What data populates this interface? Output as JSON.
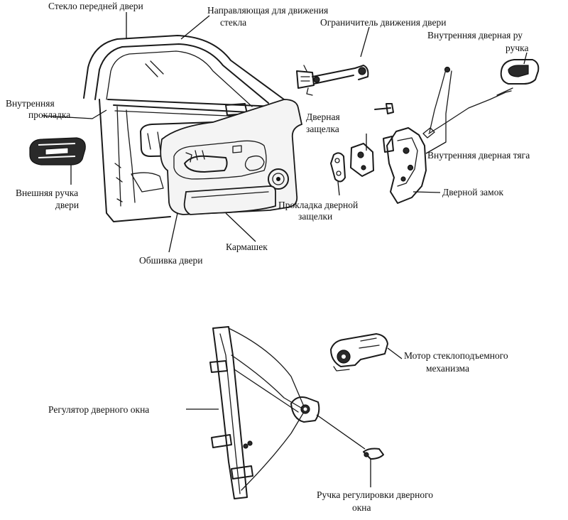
{
  "labels": {
    "front_door_glass": "Стекло передней двери",
    "glass_guide_line1": "Направляющая для движения",
    "glass_guide_line2": "стекла",
    "door_check": "Ограничитель движения двери",
    "inner_handle_line1": "Внутренняя дверная ру",
    "inner_handle_line2": "ручка",
    "inner_gasket_line1": "Внутренняя",
    "inner_gasket_line2": "прокладка",
    "door_latch_line1": "Дверная",
    "door_latch_line2": "защелка",
    "inner_rod": "Внутренняя дверная тяга",
    "outer_handle_line1": "Внешняя ручка",
    "outer_handle_line2": "двери",
    "door_lock": "Дверной замок",
    "latch_gasket_line1": "Прокладка дверной",
    "latch_gasket_line2": "защелки",
    "pocket": "Кармашек",
    "door_trim": "Обшивка двери",
    "window_motor_line1": "Мотор стеклоподъемного",
    "window_motor_line2": "механизма",
    "window_regulator": "Регулятор дверного окна",
    "window_crank_line1": "Ручка регулировки дверного",
    "window_crank_line2": "окна"
  }
}
